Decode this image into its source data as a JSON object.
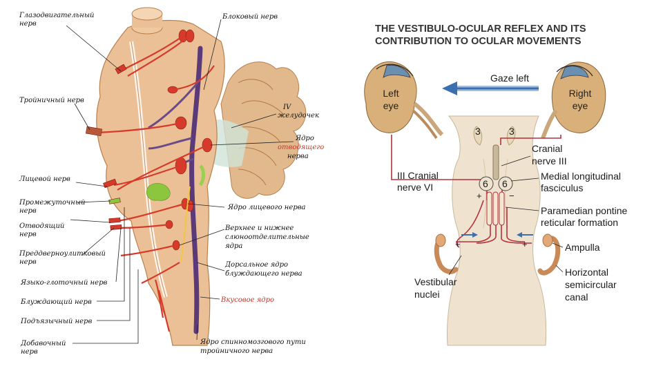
{
  "left_panel": {
    "labels": {
      "oculomotor": [
        "Глазодвигательный",
        "нерв"
      ],
      "trochlear": "Блоковый нерв",
      "trigeminal": "Тройничный нерв",
      "ventricle": [
        "IV",
        "желудочек"
      ],
      "abducens_nucleus": [
        "Ядро",
        "отводящего",
        "нерва"
      ],
      "facial": "Лицевой нерв",
      "intermediate": [
        "Промежуточный",
        "нерв"
      ],
      "abducens": [
        "Отводящий",
        "нерв"
      ],
      "facial_nucleus": "Ядро лицевого нерва",
      "vestibulocochlear": [
        "Преддверноулитковый",
        "нерв"
      ],
      "salivatory": [
        "Верхнее и нижнее",
        "слюноотделительные",
        "ядра"
      ],
      "glossopharyngeal": "Языко-глоточный нерв",
      "vagus_nucleus": [
        "Дорсальное ядро",
        "блуждающего нерва"
      ],
      "vagus": "Блуждающий нерв",
      "taste_nucleus": "Вкусовое ядро",
      "hypoglossal": "Подъязычный нерв",
      "accessory": [
        "Добавочный",
        "нерв"
      ],
      "spinal_trigeminal": [
        "Ядро спинномозгового пути",
        "тройничного нерва"
      ]
    }
  },
  "right_panel": {
    "title": [
      "THE VESTIBULO-OCULAR REFLEX AND ITS",
      "CONTRIBUTION TO OCULAR MOVEMENTS"
    ],
    "gaze": "Gaze left",
    "left_eye": [
      "Left",
      "eye"
    ],
    "right_eye": [
      "Right",
      "eye"
    ],
    "cn_iii_left": [
      "III Cranial",
      "nerve VI"
    ],
    "cn_iii_right": [
      "Cranial",
      "nerve III"
    ],
    "mlf": [
      "Medial longitudinal",
      "fasciculus"
    ],
    "pprf": [
      "Paramedian pontine",
      "reticular formation"
    ],
    "ampulla": "Ampulla",
    "canal": [
      "Horizontal",
      "semicircular",
      "canal"
    ],
    "vestibular": [
      "Vestibular",
      "nuclei"
    ],
    "nucleus_3": "3",
    "nucleus_6": "6",
    "plus": "+",
    "minus": "−"
  },
  "colors": {
    "tissue": "#e8b888",
    "tissue_dark": "#c98a58",
    "nerve_red": "#d63a2a",
    "nerve_purple": "#5a3a78",
    "green": "#8cc63f",
    "cerebellum": "#e0b890",
    "brainstem": "#efe3cf",
    "eye_fill": "#d9b07a",
    "arrow_blue": "#3a6fb0",
    "pathway_red": "#b5303a"
  }
}
